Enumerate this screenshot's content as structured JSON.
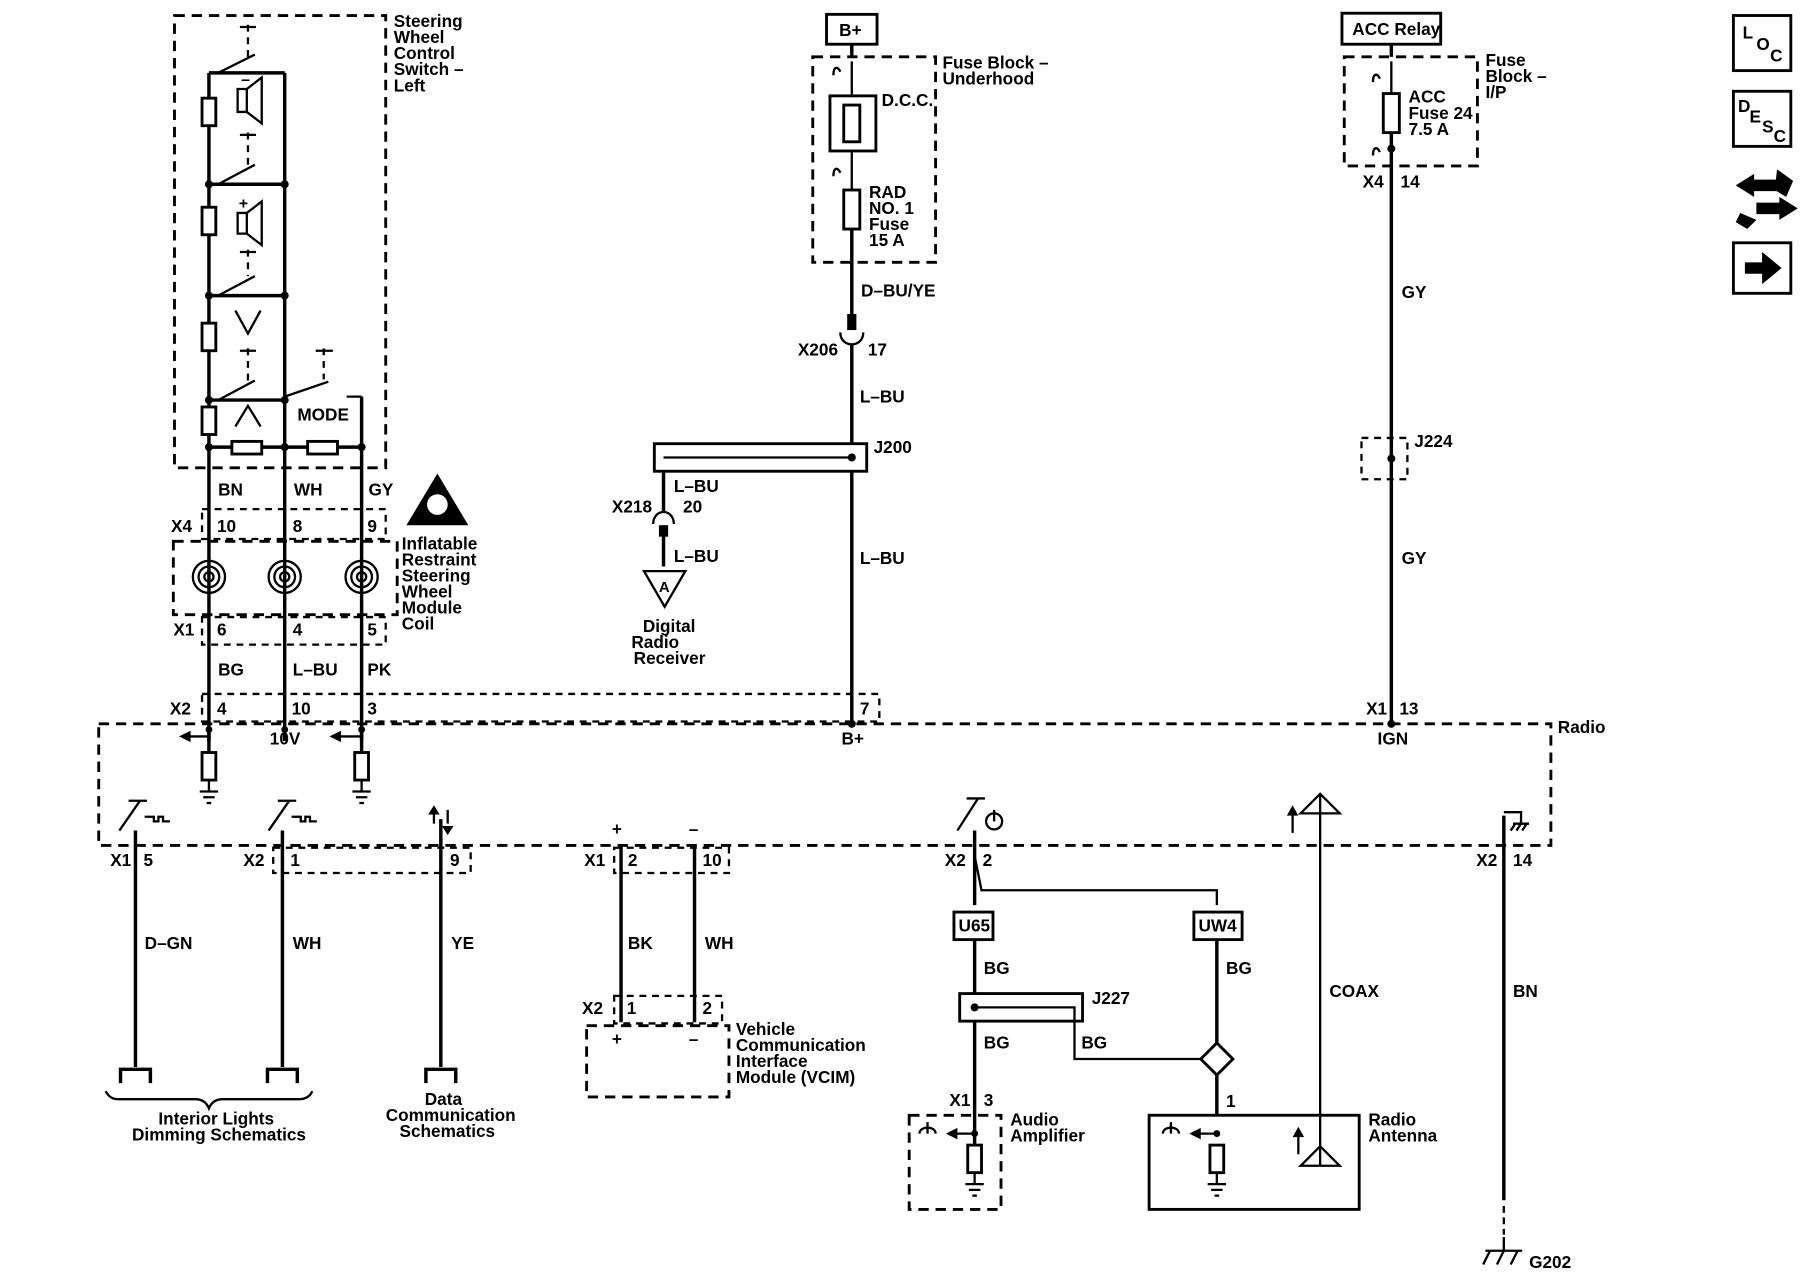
{
  "components": {
    "steering_switch": [
      "Steering",
      "Wheel",
      "Control",
      "Switch –",
      "Left"
    ],
    "mode": "MODE",
    "coil": [
      "Inflatable",
      "Restraint",
      "Steering",
      "Wheel",
      "Module",
      "Coil"
    ],
    "fuse_underhood": [
      "Fuse Block –",
      "Underhood"
    ],
    "fuse_ip": [
      "Fuse",
      "Block –",
      "I/P"
    ],
    "dcc": "D.C.C.",
    "rad_fuse": [
      "RAD",
      "NO. 1",
      "Fuse",
      "15 A"
    ],
    "acc_fuse": [
      "ACC",
      "Fuse 24",
      "7.5 A"
    ],
    "bplus_box": "B+",
    "acc_relay_box": "ACC Relay",
    "digital_radio": [
      "Digital",
      "Radio",
      "Receiver"
    ],
    "a_marker": "A",
    "radio": "Radio",
    "vcim": [
      "Vehicle",
      "Communication",
      "Interface",
      "Module (VCIM)"
    ],
    "audio_amp": [
      "Audio",
      "Amplifier"
    ],
    "radio_antenna": [
      "Radio",
      "Antenna"
    ],
    "interior_lights": [
      "Interior Lights",
      "Dimming Schematics"
    ],
    "data_comm": [
      "Data",
      "Communication",
      "Schematics"
    ],
    "u65": "U65",
    "uw4": "UW4",
    "radio_pins": [
      "10V",
      "B+",
      "IGN"
    ],
    "plus": "+",
    "minus": "–"
  },
  "connectors": {
    "x4_top": "X4",
    "x1_top": "X1",
    "x2_top": "X2",
    "x4_acc": "X4",
    "x1_ign": "X1",
    "x206": "X206",
    "x218": "X218",
    "x1_b5": "X1",
    "x2_b1": "X2",
    "x1_b2": "X1",
    "x2_b2": "X2",
    "x2_b14": "X2",
    "x2_vcim": "X2",
    "x1_amp": "X1"
  },
  "pins": {
    "x4": [
      "10",
      "8",
      "9"
    ],
    "x1": [
      "6",
      "4",
      "5"
    ],
    "x2": [
      "4",
      "10",
      "3"
    ],
    "radio_b_plus": "7",
    "x206": "17",
    "x218": "20",
    "acc_x4": "14",
    "ign_x1": "13",
    "b5": "5",
    "b1": "1",
    "b9": "9",
    "b2": "2",
    "b10": "10",
    "u2": "2",
    "b14": "14",
    "vcim": [
      "1",
      "2"
    ],
    "amp": "3",
    "ant": "1"
  },
  "wires": {
    "bn": "BN",
    "wh": "WH",
    "gy": "GY",
    "bg": "BG",
    "lbu_coil": "L–BU",
    "pk": "PK",
    "dbu_ye": "D–BU/YE",
    "lbu_1": "L–BU",
    "lbu_2": "L–BU",
    "lbu_3": "L–BU",
    "lbu_4": "L–BU",
    "gy_1": "GY",
    "gy_2": "GY",
    "d_gn": "D–GN",
    "wh_b": "WH",
    "ye": "YE",
    "bk": "BK",
    "wh_v": "WH",
    "bg_1": "BG",
    "bg_2": "BG",
    "bg_3": "BG",
    "bg_4": "BG",
    "coax": "COAX",
    "bn_g": "BN"
  },
  "splices": {
    "j200": "J200",
    "j224": "J224",
    "j227": "J227"
  },
  "ground": {
    "g202": "G202"
  },
  "nav": {
    "loc": [
      "L",
      "O",
      "C"
    ],
    "desc": [
      "D",
      "E",
      "S",
      "C"
    ]
  },
  "icons": [
    "speaker-minus-icon",
    "speaker-plus-icon",
    "chevron-down-icon",
    "chevron-up-icon",
    "coil-icon",
    "power-icon",
    "antenna-icon",
    "ground-icon",
    "airbag-warning-icon",
    "swap-arrows-icon",
    "next-arrow-icon"
  ]
}
